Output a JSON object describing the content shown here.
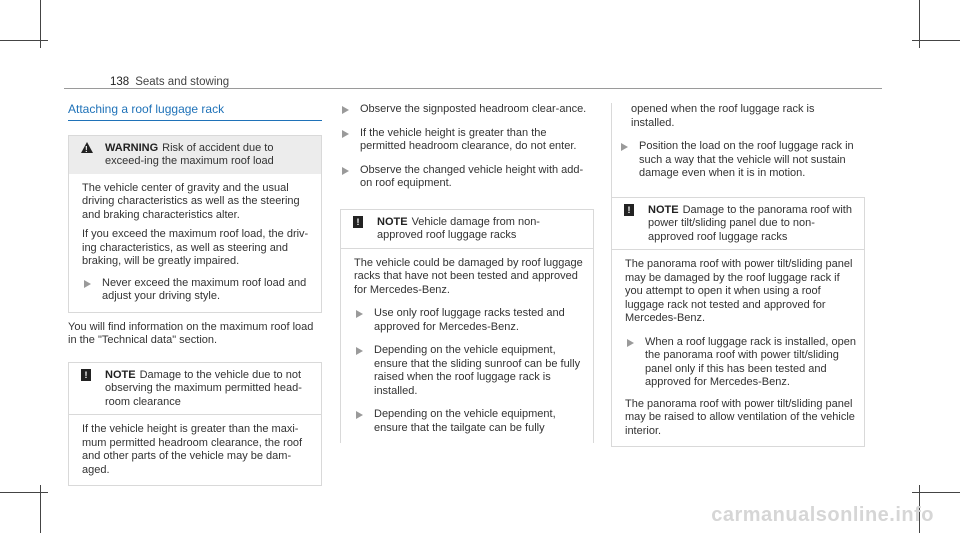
{
  "header": {
    "page_number": "138",
    "section": "Seats and stowing"
  },
  "col1": {
    "title": "Attaching a roof luggage rack",
    "warning": {
      "keyword": "WARNING",
      "headline": "Risk of accident due to exceed-ing the maximum roof load",
      "para1": "The vehicle center of gravity and the usual driving characteristics as well as the steering and braking characteristics alter.",
      "para2": "If you exceed the maximum roof load, the driv-ing characteristics, as well as steering and braking, will be greatly impaired.",
      "bullet": "Never exceed the maximum roof load and adjust your driving style."
    },
    "info": "You will find information on the maximum roof load in the \"Technical data\" section.",
    "notice": {
      "keyword": "NOTE",
      "headline": "Damage to the vehicle due to not observing the maximum permitted head-room clearance",
      "body": "If the vehicle height is greater than the maxi-mum permitted headroom clearance, the roof and other parts of the vehicle may be dam-aged."
    }
  },
  "col2": {
    "bullets_top": [
      "Observe the signposted headroom clear-ance.",
      "If the vehicle height is greater than the permitted headroom clearance, do not enter.",
      "Observe the changed vehicle height with add-on roof equipment."
    ],
    "notice": {
      "keyword": "NOTE",
      "headline": "Vehicle damage from non-approved roof luggage racks",
      "body": "The vehicle could be damaged by roof luggage racks that have not been tested and approved for Mercedes-Benz.",
      "bullets": [
        "Use only roof luggage racks tested and approved for Mercedes-Benz.",
        "Depending on the vehicle equipment, ensure that the sliding sunroof can be fully raised when the roof luggage rack is installed.",
        "Depending on the vehicle equipment, ensure that the tailgate can be fully"
      ]
    }
  },
  "col3": {
    "continued": "opened when the roof luggage rack is installed.",
    "bullet_top": "Position the load on the roof luggage rack in such a way that the vehicle will not sustain damage even when it is in motion.",
    "notice": {
      "keyword": "NOTE",
      "headline": "Damage to the panorama roof with power tilt/sliding panel due to non-approved roof luggage racks",
      "body": "The panorama roof with power tilt/sliding panel may be damaged by the roof luggage rack if you attempt to open it when using a roof luggage rack not tested and approved for Mercedes-Benz.",
      "bullet": "When a roof luggage rack is installed, open the panorama roof with power tilt/sliding panel only if this has been tested and approved for Mercedes-Benz.",
      "body2": "The panorama roof with power tilt/sliding panel may be raised to allow ventilation of the vehicle interior."
    }
  },
  "watermark": "carmanualsonline.info"
}
